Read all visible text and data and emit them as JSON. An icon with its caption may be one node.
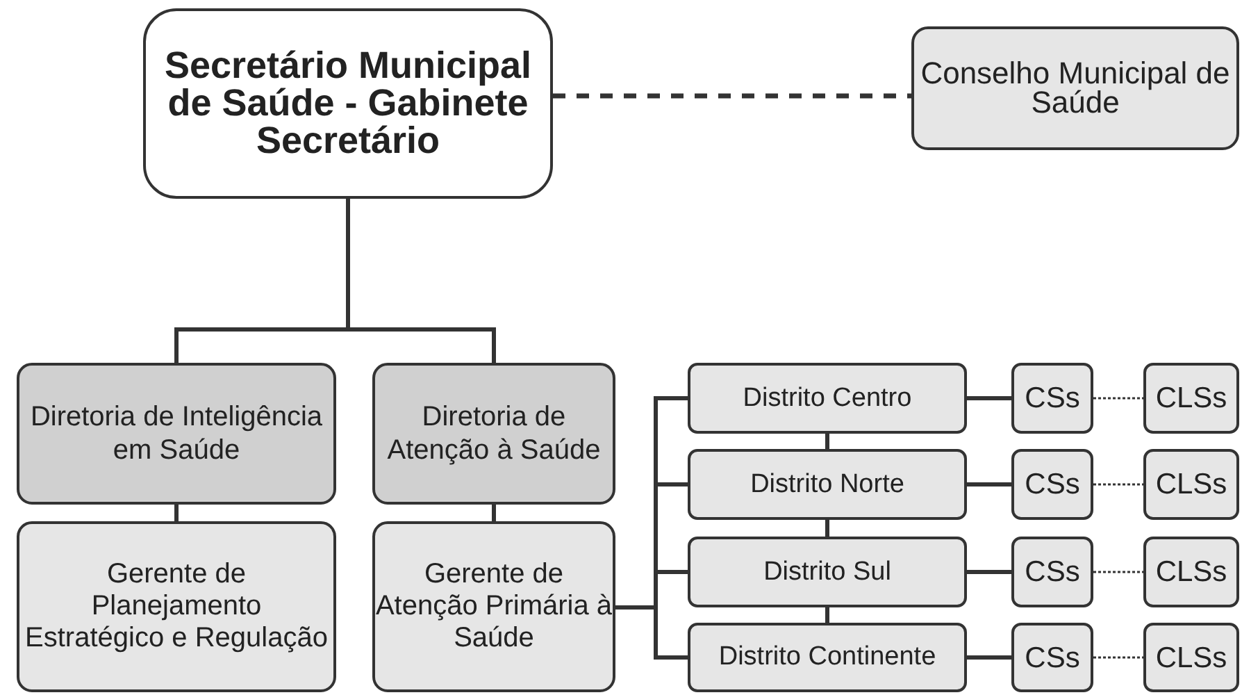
{
  "diagram": {
    "nodes": [
      {
        "text": [
          "Secretário Municipal de Saúde - Gabinete Secretário"
        ]
      },
      {
        "text": [
          "Conselho Municipal de Saúde"
        ]
      },
      {
        "text": [
          "Diretoria de Inteligência em Saúde"
        ]
      },
      {
        "text": [
          "Diretoria de Atenção à Saúde"
        ]
      },
      {
        "text": [
          "Gerente de Planejamento Estratégico e Regulação"
        ]
      },
      {
        "text": [
          "Gerente de Atenção Primária à Saúde"
        ]
      },
      {
        "text": [
          "Distrito Centro"
        ]
      },
      {
        "text": [
          "Distrito Norte"
        ]
      },
      {
        "text": [
          "Distrito Sul"
        ]
      },
      {
        "text": [
          "Distrito Continente"
        ]
      },
      {
        "text": [
          "CSs"
        ]
      },
      {
        "text": [
          "CSs"
        ]
      },
      {
        "text": [
          "CSs"
        ]
      },
      {
        "text": [
          "CSs"
        ]
      },
      {
        "text": [
          "CLSs"
        ]
      },
      {
        "text": [
          "CLSs"
        ]
      },
      {
        "text": [
          "CLSs"
        ]
      },
      {
        "text": [
          "CLSs"
        ]
      }
    ],
    "edges": [
      {
        "from": 0,
        "to": 1,
        "arrow": "none",
        "style": "dashed"
      },
      {
        "from": 0,
        "to": 2,
        "arrow": "none"
      },
      {
        "from": 0,
        "to": 3,
        "arrow": "none"
      },
      {
        "from": 2,
        "to": 4,
        "arrow": "none"
      },
      {
        "from": 3,
        "to": 5,
        "arrow": "none"
      },
      {
        "from": 5,
        "to": 6,
        "arrow": "none"
      },
      {
        "from": 5,
        "to": 7,
        "arrow": "none"
      },
      {
        "from": 5,
        "to": 8,
        "arrow": "none"
      },
      {
        "from": 5,
        "to": 9,
        "arrow": "none"
      },
      {
        "from": 6,
        "to": 7,
        "arrow": "none"
      },
      {
        "from": 7,
        "to": 8,
        "arrow": "none"
      },
      {
        "from": 8,
        "to": 9,
        "arrow": "none"
      },
      {
        "from": 6,
        "to": 10,
        "arrow": "none"
      },
      {
        "from": 7,
        "to": 11,
        "arrow": "none"
      },
      {
        "from": 8,
        "to": 12,
        "arrow": "none"
      },
      {
        "from": 9,
        "to": 13,
        "arrow": "none"
      },
      {
        "from": 10,
        "to": 14,
        "arrow": "none",
        "style": "dashed"
      },
      {
        "from": 11,
        "to": 15,
        "arrow": "none",
        "style": "dashed"
      },
      {
        "from": 12,
        "to": 16,
        "arrow": "none",
        "style": "dashed"
      },
      {
        "from": 13,
        "to": 17,
        "arrow": "none",
        "style": "dashed"
      }
    ]
  }
}
